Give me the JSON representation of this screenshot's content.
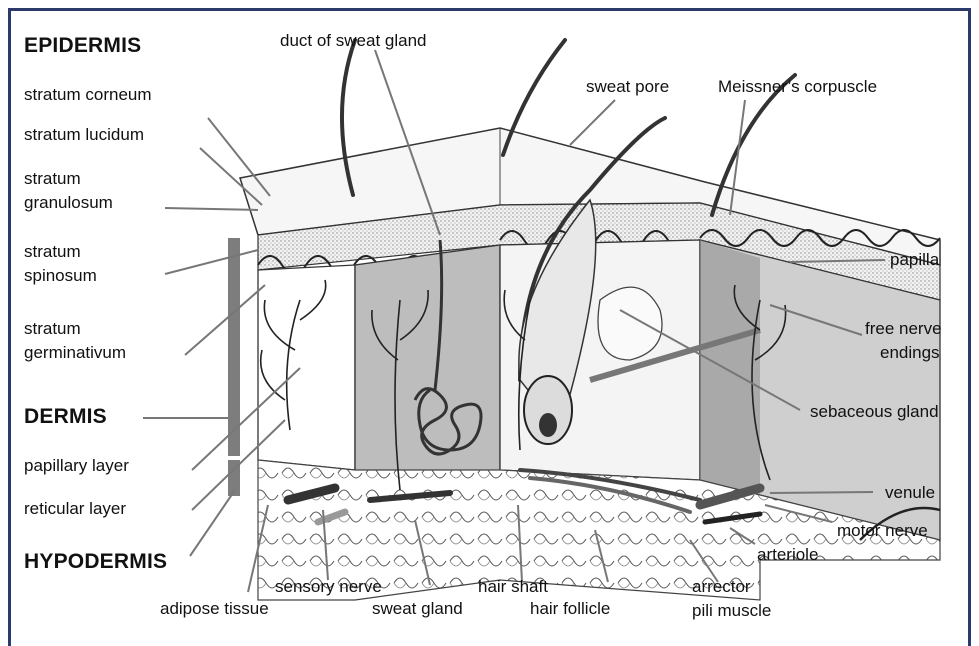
{
  "headings": {
    "epidermis": "EPIDERMIS",
    "dermis": "DERMIS",
    "hypodermis": "HYPODERMIS"
  },
  "labels": {
    "stratum_corneum": "stratum corneum",
    "stratum_lucidum": "stratum lucidum",
    "stratum_granulosum_1": "stratum",
    "stratum_granulosum_2": "granulosum",
    "stratum_spinosum_1": "stratum",
    "stratum_spinosum_2": "spinosum",
    "stratum_germinativum_1": "stratum",
    "stratum_germinativum_2": "germinativum",
    "papillary_layer": "papillary layer",
    "reticular_layer": "reticular layer",
    "duct_of_sweat_gland": "duct of sweat gland",
    "sweat_pore": "sweat pore",
    "meissners_corpuscle": "Meissner’s corpuscle",
    "papilla": "papilla",
    "free_nerve_endings_1": "free nerve",
    "free_nerve_endings_2": "endings",
    "sebaceous_gland": "sebaceous gland",
    "venule": "venule",
    "motor_nerve": "motor nerve",
    "arteriole": "arteriole",
    "arrector_pili_muscle_1": "arrector",
    "arrector_pili_muscle_2": "pili muscle",
    "hair_follicle": "hair follicle",
    "hair_shaft": "hair shaft",
    "sweat_gland": "sweat gland",
    "sensory_nerve": "sensory nerve",
    "adipose_tissue": "adipose tissue"
  }
}
